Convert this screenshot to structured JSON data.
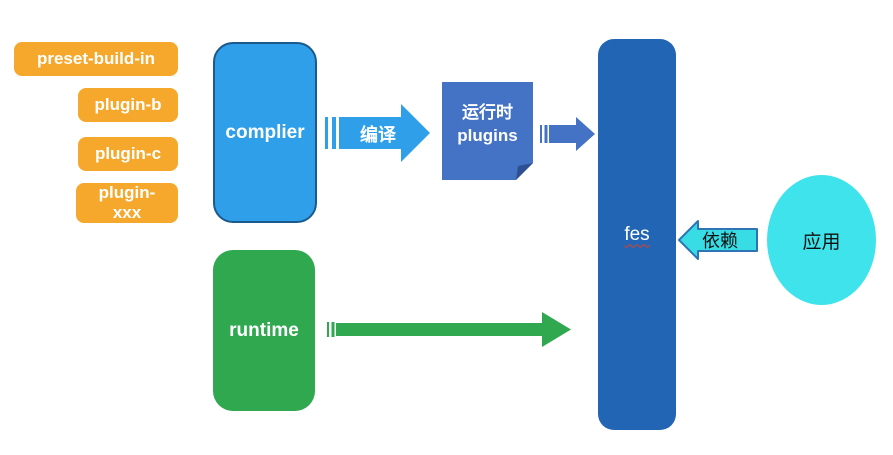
{
  "diagram": {
    "plugins": [
      "preset-build-in",
      "plugin-b",
      "plugin-c",
      "plugin-\nxxx"
    ],
    "complier_label": "complier",
    "runtime_label": "runtime",
    "compile_arrow_label": "编译",
    "runtime_plugins_label": "运行时\nplugins",
    "plugins_to_fes_arrow": "arrow",
    "fes_label": "fes",
    "depend_arrow_label": "依赖",
    "app_label": "应用"
  },
  "colors": {
    "plugin_orange": "#F5A82B",
    "complier_sky_blue": "#2E9FE8",
    "complier_border": "#1B5A8C",
    "note_office_blue": "#4472C4",
    "note_fold_shade": "#2F4F93",
    "fes_bar_blue": "#2365B5",
    "runtime_green": "#2FA84F",
    "app_cyan": "#3FE3EC",
    "depend_arrow_fill": "#38DCE5",
    "depend_arrow_border": "#2E75B6",
    "fes_underline_red": "#d9402a"
  }
}
